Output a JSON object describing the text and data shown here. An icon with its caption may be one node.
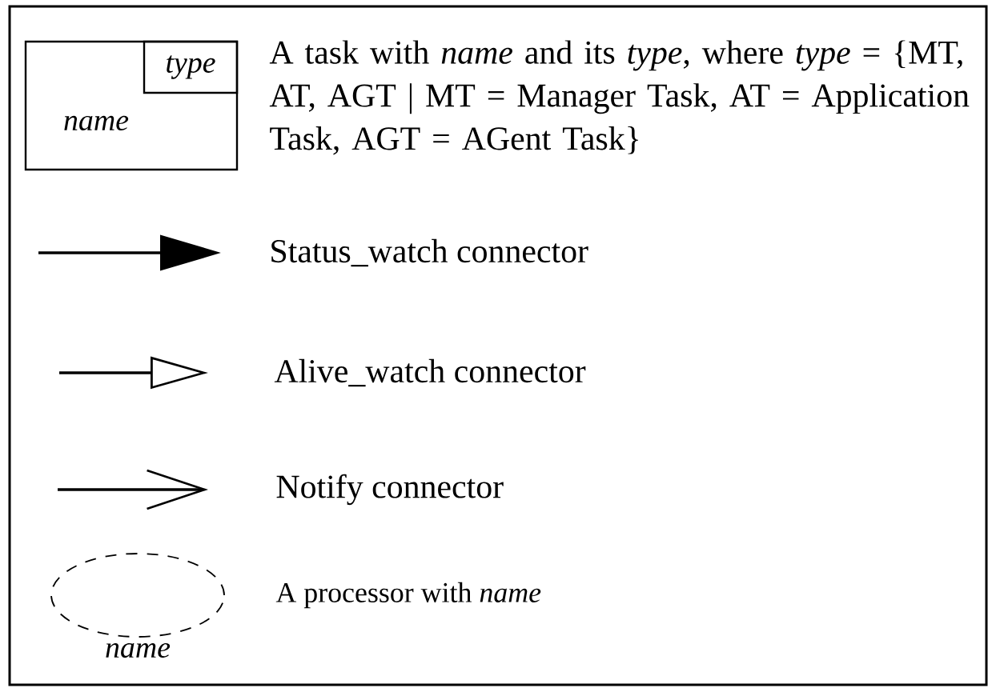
{
  "diagram": {
    "nodes": [
      {
        "text": [
          "name"
        ]
      },
      {
        "text": [
          "type"
        ],
        "in": 0
      },
      {
        "text": [],
        "shape": "ellipse",
        "beside": [
          "name"
        ]
      }
    ],
    "legend": [
      {
        "text": "A task with *name* and its *type*, where *type* = {MT, AT, AGT | MT = Manager Task, AT = Application Task, AGT = AGent Task}"
      },
      {
        "text": "Status_watch connector"
      },
      {
        "text": "Alive_watch connector"
      },
      {
        "text": "Notify connector"
      },
      {
        "text": "A processor with *name*"
      }
    ]
  }
}
